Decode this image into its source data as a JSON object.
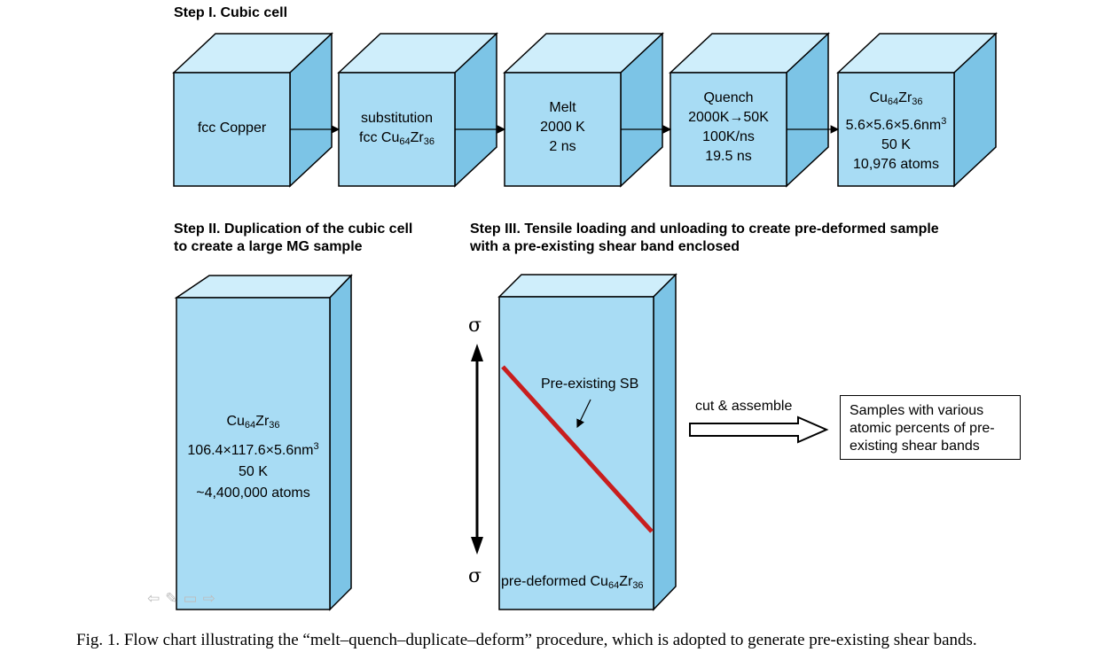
{
  "steps": {
    "step1_title": "Step I. Cubic cell",
    "step2_title": "Step II. Duplication of the cubic cell\nto create a large MG sample",
    "step3_title": "Step III. Tensile loading and unloading to create pre-deformed sample\nwith a pre-existing shear band enclosed"
  },
  "cubes": {
    "c1": {
      "line1": "fcc Copper"
    },
    "c2": {
      "line1": "substitution",
      "line2_pre": "fcc Cu",
      "line2_sub1": "64",
      "line2_mid": "Zr",
      "line2_sub2": "36"
    },
    "c3": {
      "line1": "Melt",
      "line2": "2000 K",
      "line3": "2 ns"
    },
    "c4": {
      "line1": "Quench",
      "line2": "2000K→50K",
      "line3": "100K/ns",
      "line4": "19.5 ns"
    },
    "c5": {
      "f_cu": "Cu",
      "f_sub1": "64",
      "f_zr": "Zr",
      "f_sub2": "36",
      "dims": "5.6×5.6×5.6nm",
      "dims_sup": "3",
      "temp": "50 K",
      "atoms": "10,976 atoms"
    }
  },
  "large_sample": {
    "f_cu": "Cu",
    "f_sub1": "64",
    "f_zr": "Zr",
    "f_sub2": "36",
    "dims": "106.4×117.6×5.6nm",
    "dims_sup": "3",
    "temp": "50 K",
    "atoms": "~4,400,000 atoms"
  },
  "deformed_sample": {
    "sigma_top": "σ",
    "sigma_bottom": "σ",
    "sb_label": "Pre-existing SB",
    "bottom_pre": "pre-deformed Cu",
    "bottom_sub1": "64",
    "bottom_zr": "Zr",
    "bottom_sub2": "36"
  },
  "process": {
    "arrow_label": "cut & assemble"
  },
  "result": {
    "text": "Samples with various atomic percents of pre-existing shear bands"
  },
  "caption": "Fig. 1.  Flow chart illustrating the “melt–quench–duplicate–deform” procedure, which is adopted to generate pre-existing shear bands.",
  "nav_icons": [
    "back-arrow-icon",
    "pencil-icon",
    "screen-icon",
    "forward-arrow-icon"
  ],
  "colors": {
    "cube_front": "#a8dcf4",
    "cube_top": "#cfeefb",
    "cube_side": "#7cc4e6",
    "shear_band": "#c81e1e"
  }
}
